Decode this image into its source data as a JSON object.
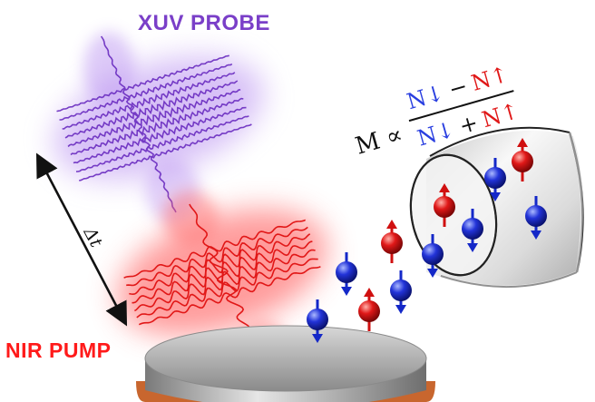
{
  "labels": {
    "probe": "XUV PROBE",
    "pump": "NIR PUMP",
    "delay": "Δt"
  },
  "formula": {
    "lhs": "M ∝",
    "num_a": "N↓",
    "num_op": "−",
    "num_b": "N↑",
    "den_a": "N↓",
    "den_op": "+",
    "den_b": "N↑"
  },
  "colors": {
    "probe": "#8a4fd6",
    "pump": "#ff2020",
    "spin_down": "#1b2fd0",
    "spin_up": "#e01818",
    "sample": "#b9b9b9",
    "substrate": "#c8662e"
  },
  "icons": {
    "spin_down": "blue-sphere-arrow-down-icon",
    "spin_up": "red-sphere-arrow-up-icon",
    "detector": "cylinder-detector-icon"
  }
}
